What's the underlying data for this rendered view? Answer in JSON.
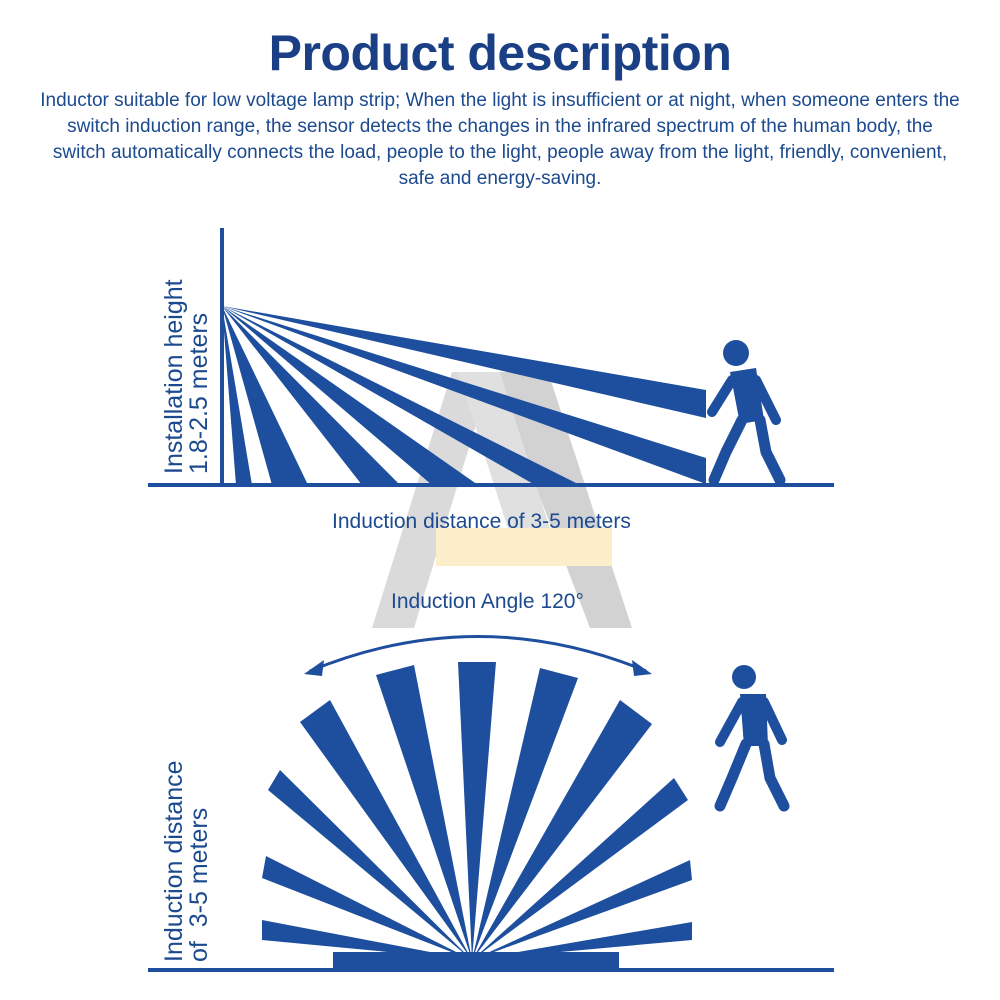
{
  "title": "Product description",
  "description": "Inductor suitable for low voltage lamp strip; When the light is insufficient or at night, when someone enters the switch induction range, the sensor detects the changes in the infrared spectrum of the human body, the switch automatically connects the load, people to the light, people away from the light, friendly, convenient, safe and energy-saving.",
  "side_view": {
    "height_label_line1": "Installation height",
    "height_label_line2": "1.8-2.5 meters",
    "distance_label": "Induction distance of 3-5 meters"
  },
  "top_view": {
    "angle_label": "Induction Angle 120°",
    "distance_label_line1": "Induction distance",
    "distance_label_line2": "of  3-5 meters"
  },
  "colors": {
    "primary": "#1e4f9e",
    "title": "#1a3f85",
    "watermark": "#d8d8d8",
    "watermark_accent": "#fbeec8"
  },
  "icons": [
    "walking-person-icon",
    "curved-double-arrow-icon"
  ]
}
